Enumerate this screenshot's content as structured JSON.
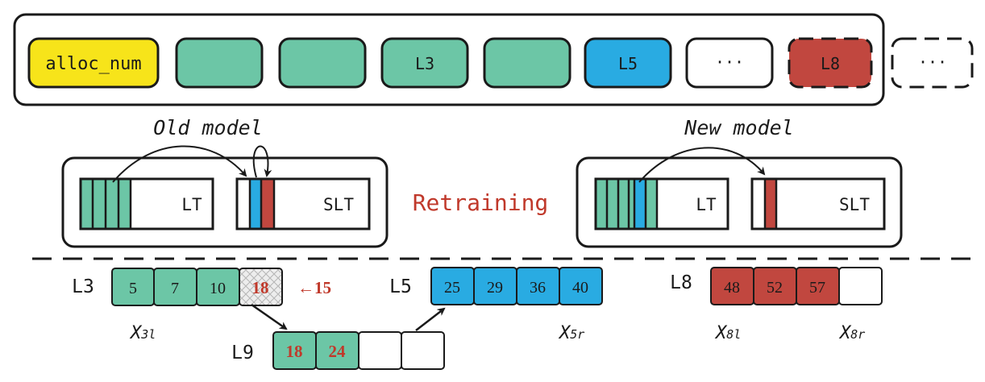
{
  "colors": {
    "green": "#6cc6a6",
    "blue": "#29abe2",
    "red": "#c1473f",
    "yellow": "#f7e41a",
    "accent_text": "#c0392b",
    "ink": "#1a1a1a"
  },
  "top_bar": {
    "slots": [
      "alloc_num",
      "",
      "",
      "L3",
      "",
      "L5",
      "···",
      "L8"
    ],
    "overflow_slot": "···"
  },
  "old_model": {
    "title": "Old model",
    "lt_label": "LT",
    "slt_label": "SLT"
  },
  "new_model": {
    "title": "New model",
    "lt_label": "LT",
    "slt_label": "SLT"
  },
  "retraining_label": "Retraining",
  "leaves": {
    "l3": {
      "label": "L3",
      "values": [
        "5",
        "7",
        "10",
        "18"
      ],
      "insert_arrow": "←15",
      "sub_label_main": "X",
      "sub_label_sub": "3l"
    },
    "l9": {
      "label": "L9",
      "values": [
        "18",
        "24",
        "",
        ""
      ]
    },
    "l5": {
      "label": "L5",
      "values": [
        "25",
        "29",
        "36",
        "40"
      ],
      "sub_label_main": "X",
      "sub_label_sub": "5r"
    },
    "l8": {
      "label": "L8",
      "values": [
        "48",
        "52",
        "57",
        ""
      ],
      "sub_label_left_main": "X",
      "sub_label_left_sub": "8l",
      "sub_label_right_main": "X",
      "sub_label_right_sub": "8r"
    }
  }
}
